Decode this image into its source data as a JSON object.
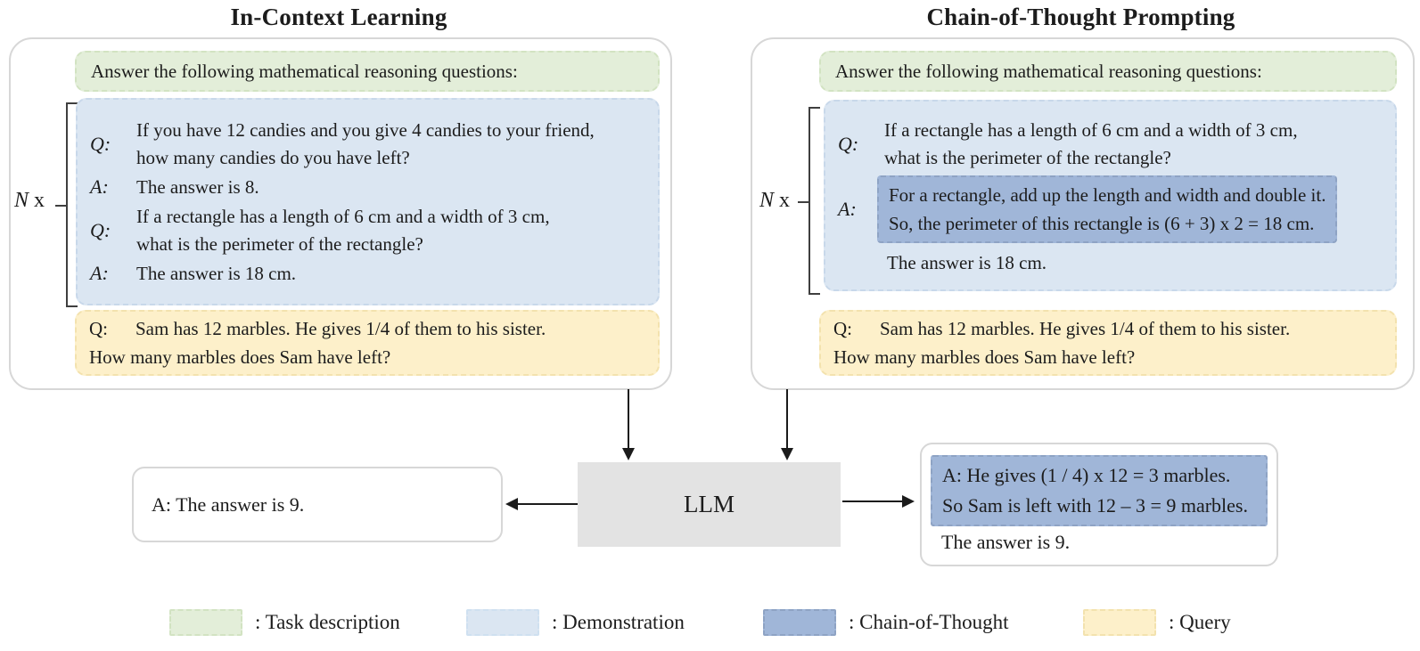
{
  "titles": {
    "left": "In-Context Learning",
    "right": "Chain-of-Thought Prompting"
  },
  "panels": {
    "icl": {
      "task_description": "Answer the following mathematical reasoning questions:",
      "n_label": "N",
      "times_label": "x",
      "demonstration": [
        {
          "label": "Q:",
          "lines": [
            "If you have 12 candies and you give 4 candies to your friend,",
            "how many candies do you have left?"
          ]
        },
        {
          "label": "A:",
          "lines": [
            "The answer is 8."
          ]
        },
        {
          "label": "Q:",
          "lines": [
            "If a rectangle has a length of 6 cm and a width of 3 cm,",
            "what is the perimeter of the rectangle?"
          ]
        },
        {
          "label": "A:",
          "lines": [
            "The answer is 18 cm."
          ]
        }
      ],
      "query": {
        "label": "Q:",
        "line1": "Sam has 12 marbles. He gives 1/4 of them to his sister.",
        "line2": "How many marbles does Sam have left?"
      }
    },
    "cot": {
      "task_description": "Answer the following mathematical reasoning questions:",
      "n_label": "N",
      "times_label": "x",
      "question": {
        "label": "Q:",
        "lines": [
          "If a rectangle has a length of 6 cm and a width of 3 cm,",
          "what is the perimeter of the rectangle?"
        ]
      },
      "answer": {
        "label": "A:",
        "cot_lines": [
          "For a rectangle, add up the length and width and double it.",
          "So, the perimeter of this rectangle is (6 + 3) x 2 = 18 cm."
        ],
        "final": "The answer is 18 cm."
      },
      "query": {
        "label": "Q:",
        "line1": "Sam has 12 marbles. He gives 1/4 of them to his sister.",
        "line2": "How many marbles does Sam have left?"
      }
    }
  },
  "llm": {
    "label": "LLM"
  },
  "outputs": {
    "icl": {
      "text": "A: The answer is 9."
    },
    "cot": {
      "cot_lines": [
        "A: He gives (1 / 4) x 12 = 3 marbles.",
        "So Sam is left with 12 – 3 = 9 marbles."
      ],
      "final": "The answer is 9."
    }
  },
  "legend": {
    "items": [
      {
        "label": ": Task description",
        "color": "#e3eed9"
      },
      {
        "label": ": Demonstration",
        "color": "#dbe6f2"
      },
      {
        "label": ": Chain-of-Thought",
        "color": "#a0b6d8"
      },
      {
        "label": ": Query",
        "color": "#fdf0ca"
      }
    ]
  },
  "colors": {
    "task_description": "#e3eed9",
    "demonstration": "#dbe6f2",
    "chain_of_thought": "#a0b6d8",
    "query": "#fdf0ca",
    "llm_box": "#e3e3e3",
    "panel_border": "#d7d7d7",
    "arrow": "#1b1b1b"
  }
}
